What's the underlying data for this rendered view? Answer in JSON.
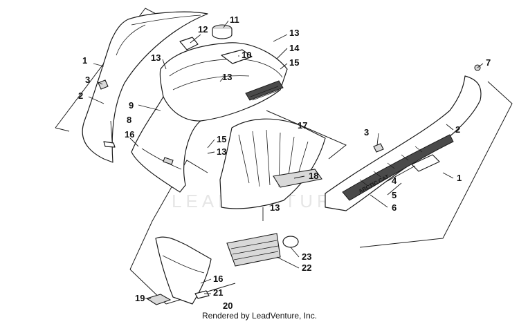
{
  "watermark": "LEADVENTURE",
  "decal_text": "ARCTIC CAT",
  "footer": "Rendered by LeadVenture, Inc.",
  "callouts": {
    "c1a": "1",
    "c1b": "1",
    "c2a": "2",
    "c2b": "2",
    "c3a": "3",
    "c3b": "3",
    "c4": "4",
    "c5": "5",
    "c6": "6",
    "c7": "7",
    "c8": "8",
    "c9": "9",
    "c10": "10",
    "c11": "11",
    "c12": "12",
    "c13a": "13",
    "c13b": "13",
    "c13c": "13",
    "c13d": "13",
    "c13e": "13",
    "c14": "14",
    "c15a": "15",
    "c15b": "15",
    "c16a": "16",
    "c16b": "16",
    "c17": "17",
    "c18": "18",
    "c19": "19",
    "c20": "20",
    "c21": "21",
    "c22": "22",
    "c23": "23"
  }
}
